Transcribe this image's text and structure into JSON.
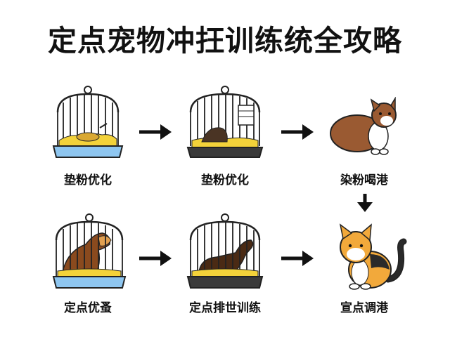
{
  "title": "定点宠物冲抂训练统全攻略",
  "steps": [
    {
      "label": "垫粉优化",
      "image": "cage-with-sleeping-pet-on-bedding"
    },
    {
      "label": "垫粉优化",
      "image": "cage-with-hedgehog-and-water-bottle"
    },
    {
      "label": "染粉喝港",
      "image": "brown-white-cat-sitting"
    },
    {
      "label": "定点优蚤",
      "image": "cage-with-dog"
    },
    {
      "label": "定点排世训练",
      "image": "cage-with-dachshund"
    },
    {
      "label": "宣点调港",
      "image": "orange-calico-cat-sitting"
    }
  ],
  "colors": {
    "cage_wire": "#222222",
    "bedding_yellow": "#f3d23a",
    "tray_blue": "#8ec6f0",
    "tray_dark": "#3a3a3a",
    "cat_brown": "#9a5a32",
    "cat_orange": "#f2a93b",
    "dog_brown": "#8a4a1e"
  },
  "arrows": [
    "right-arrow",
    "right-arrow",
    "down-arrow",
    "right-arrow",
    "right-arrow"
  ]
}
